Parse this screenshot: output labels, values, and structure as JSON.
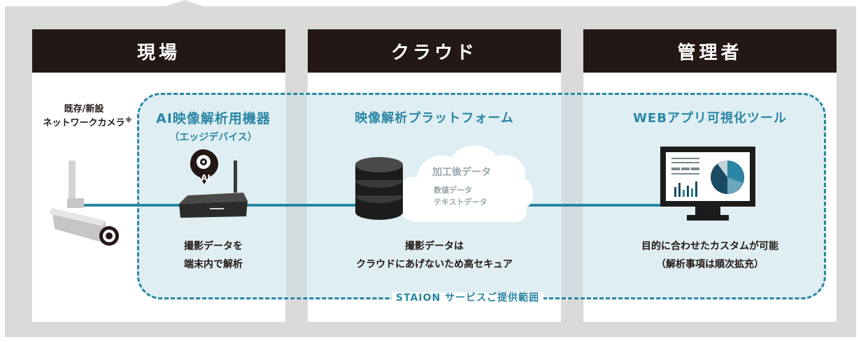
{
  "columns": {
    "site": "現場",
    "cloud": "クラウド",
    "admin": "管理者"
  },
  "camera": {
    "line1": "既存/新設",
    "line2": "ネットワークカメラ",
    "line3": "",
    "note_mark": "※",
    "icon": "camera-icon"
  },
  "device": {
    "title": "AI映像解析用機器",
    "subtitle": "（エッジデバイス）",
    "badge": "AI",
    "desc_line1": "撮影データを",
    "desc_line2": "端末内で解析",
    "icon": "router-icon"
  },
  "platform": {
    "title": "映像解析プラットフォーム",
    "cloud_main": "加工後データ",
    "cloud_sub1": "数値データ",
    "cloud_sub2": "テキストデータ",
    "desc_line1": "撮影データは",
    "desc_line2": "クラウドにあげないため高セキュア",
    "icon": "database-icon"
  },
  "web": {
    "title": "WEBアプリ可視化ツール",
    "desc_line1": "目的に合わせたカスタムが可能",
    "desc_line2": "（解析事項は順次拡充）",
    "icon": "monitor-icon"
  },
  "service_scope": "STAION サービスご提供範囲",
  "colors": {
    "accent": "#2a86a4",
    "header": "#231815",
    "background": "#dadada",
    "scope_fill": "#dfeef2"
  }
}
